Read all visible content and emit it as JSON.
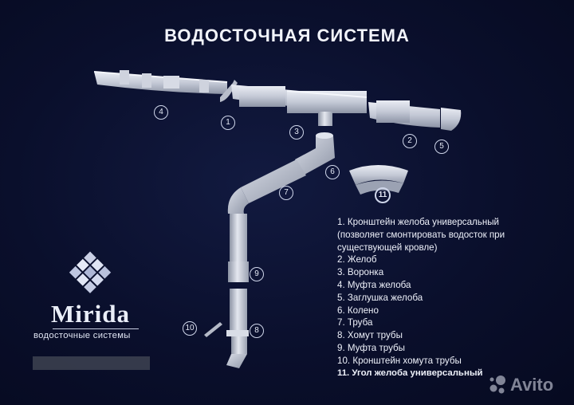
{
  "title": "ВОДОСТОЧНАЯ СИСТЕМА",
  "callouts": [
    "4",
    "1",
    "3",
    "2",
    "5",
    "6",
    "7",
    "11",
    "9",
    "10",
    "8"
  ],
  "legend": [
    "1. Кронштейн желоба универсальный",
    "(позволяет смонтировать водосток при",
    "существующей кровле)",
    "2. Желоб",
    "3. Воронка",
    "4. Муфта желоба",
    "5. Заглушка желоба",
    "6. Колено",
    "7. Труба",
    "8. Хомут трубы",
    "9. Муфта трубы",
    "10. Кронштейн хомута трубы",
    "11. Угол желоба универсальный"
  ],
  "logo": {
    "name": "Mirida",
    "tagline": "водосточные системы"
  },
  "watermark": "Avito"
}
